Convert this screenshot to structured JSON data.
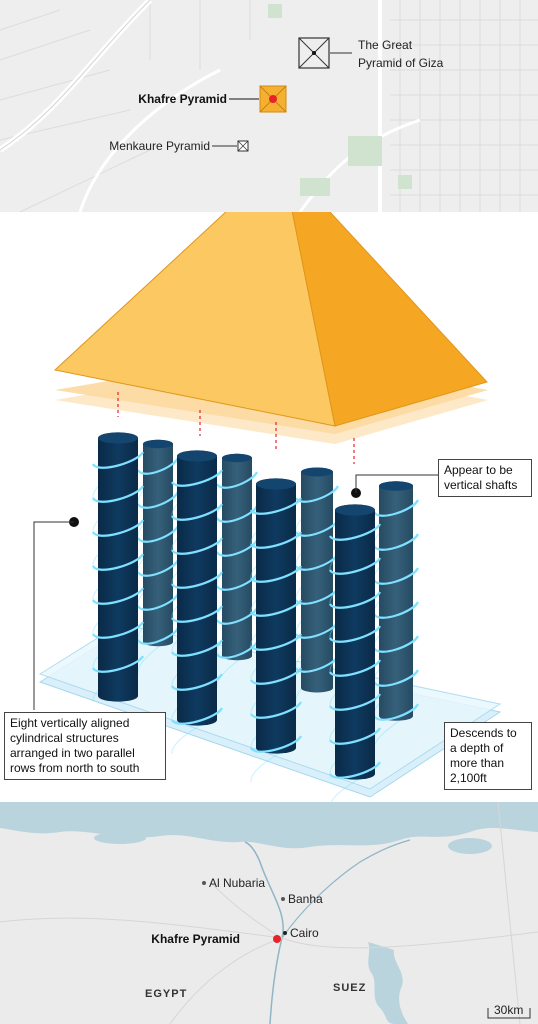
{
  "top_map": {
    "great_pyramid_line1": "The Great",
    "great_pyramid_line2": "Pyramid of Giza",
    "khafre_label": "Khafre Pyramid",
    "menkaure_label": "Menkaure Pyramid"
  },
  "diagram": {
    "shafts_note": "Appear to be vertical shafts",
    "structures_note": "Eight vertically aligned cylindrical structures arranged in two parallel rows from north to south",
    "depth_note": "Descends to a depth of more than 2,100ft"
  },
  "bottom_map": {
    "al_nubaria": "Al Nubaria",
    "banha": "Banha",
    "cairo": "Cairo",
    "khafre_label": "Khafre Pyramid",
    "egypt_label": "EGYPT",
    "suez_label": "SUEZ",
    "scale_label": "30km"
  },
  "colors": {
    "pyramid": "#f5a623",
    "pyramid_light": "#fcc862",
    "column_dark": "#0d3558",
    "column_mid": "#2f5872",
    "spiral": "#7fe0ff",
    "marker_red": "#e8212b",
    "water": "#b9d4dc"
  }
}
